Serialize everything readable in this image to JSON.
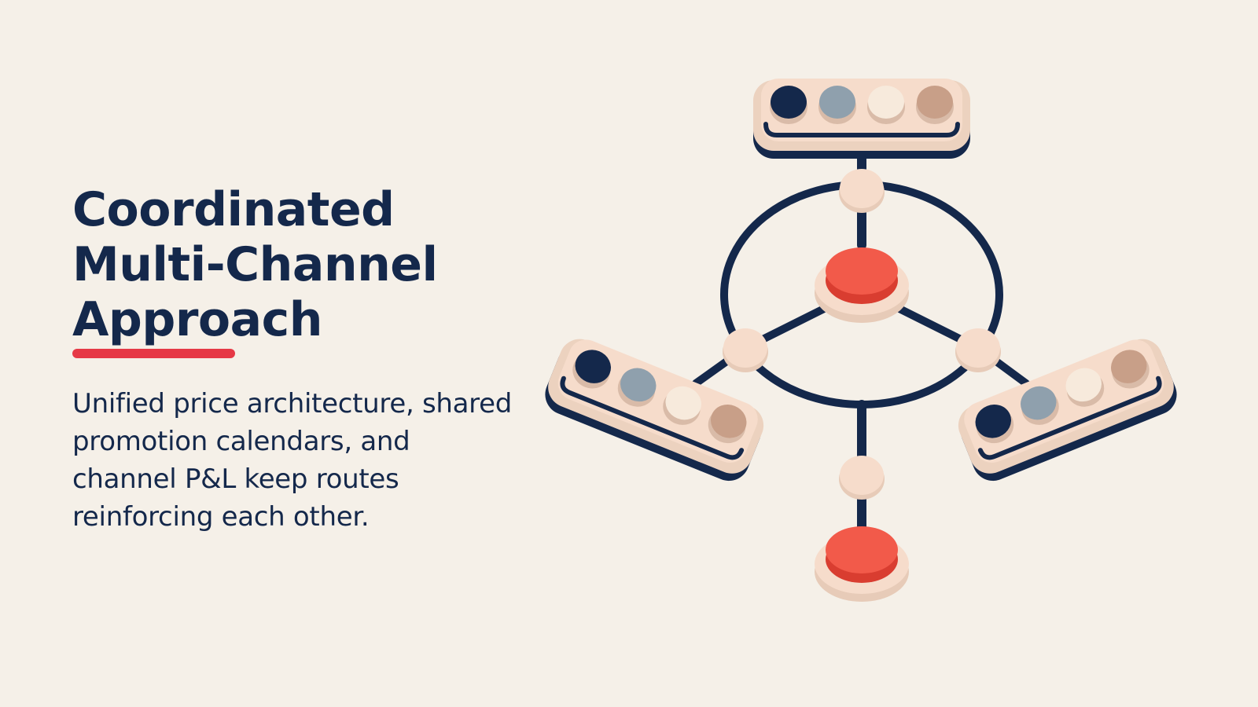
{
  "slide": {
    "title_lines": [
      "Coordinated",
      "Multi-Channel",
      "Approach"
    ],
    "body_lines": [
      "Unified price architecture, shared",
      "promotion calendars, and",
      "channel P&L keep routes",
      "reinforcing each other."
    ]
  },
  "colors": {
    "background": "#f5f0e8",
    "navy": "#14284b",
    "accent_red": "#e63946",
    "hub_red": "#f25a4a",
    "cream": "#f6dccb",
    "slate": "#8fa0ad",
    "ivory": "#f7eadc",
    "tan": "#c89f88"
  },
  "illustration": {
    "icon": "channel-network-diagram-icon",
    "channel_palettes": [
      {
        "name": "top-channel",
        "swatches": [
          "navy",
          "slate",
          "ivory",
          "tan"
        ]
      },
      {
        "name": "left-channel",
        "swatches": [
          "navy",
          "slate",
          "ivory",
          "tan"
        ]
      },
      {
        "name": "right-channel",
        "swatches": [
          "navy",
          "slate",
          "ivory",
          "tan"
        ]
      }
    ]
  }
}
